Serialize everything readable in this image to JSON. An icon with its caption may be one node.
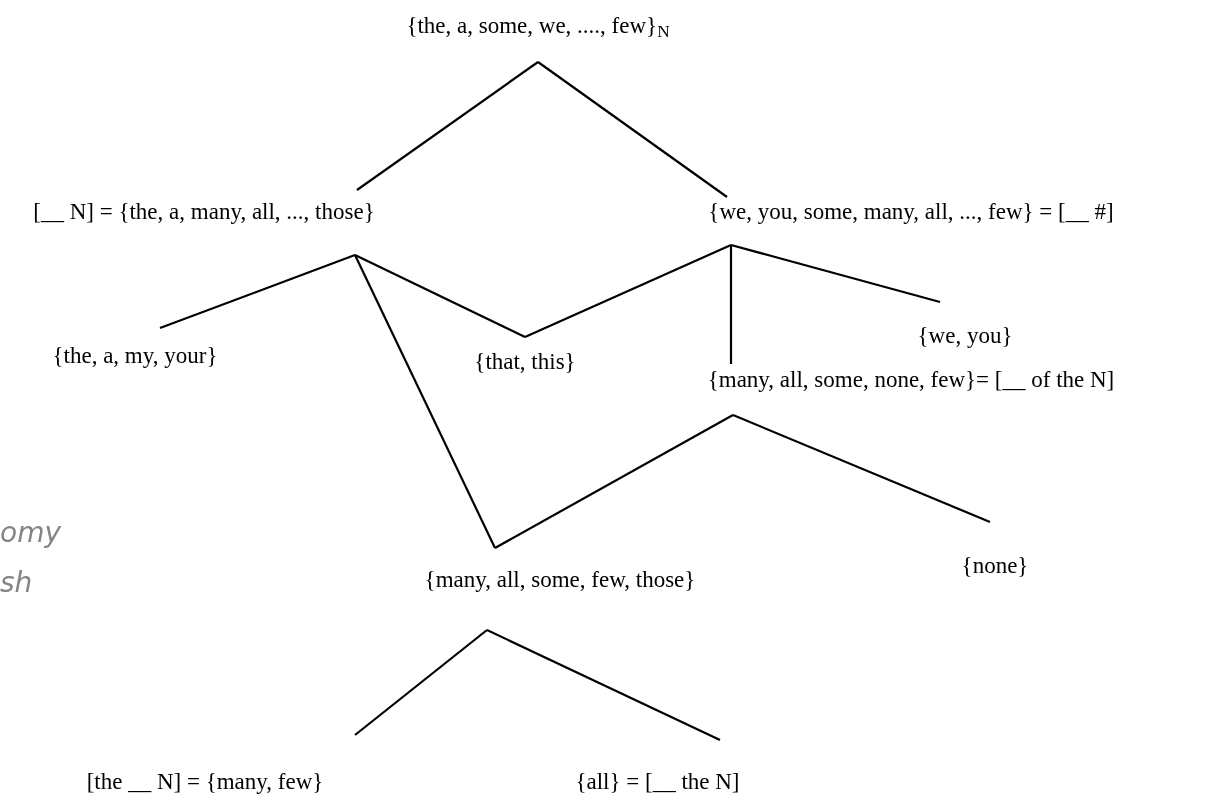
{
  "diagram": {
    "nodes": [
      {
        "text": [
          "{the, a, some, we, ...., few}$_{N}$"
        ]
      },
      {
        "text": [
          "[__ N] = {the, a, many, all, ..., those}"
        ]
      },
      {
        "text": [
          "{we, you, some, many, all, ..., few} = [__ #]"
        ]
      },
      {
        "text": [
          "{the, a, my, your}"
        ]
      },
      {
        "text": [
          "{that, this}"
        ]
      },
      {
        "text": [
          "{we, you}"
        ]
      },
      {
        "text": [
          "{many, all, some, none, few}= [__ of the N]"
        ]
      },
      {
        "text": [
          "{many, all, some, few, those}"
        ]
      },
      {
        "text": [
          "{none}"
        ]
      },
      {
        "text": [
          "[the __ N] = {many, few}"
        ]
      },
      {
        "text": [
          "{all} = [__ the N]"
        ]
      }
    ],
    "edges": [
      {
        "from": 0,
        "to": 1,
        "arrow": "none"
      },
      {
        "from": 0,
        "to": 2,
        "arrow": "none"
      },
      {
        "from": 1,
        "to": 3,
        "arrow": "none"
      },
      {
        "from": 1,
        "to": 4,
        "arrow": "none"
      },
      {
        "from": 2,
        "to": 4,
        "arrow": "none"
      },
      {
        "from": 2,
        "to": 5,
        "arrow": "none"
      },
      {
        "from": 2,
        "to": 6,
        "arrow": "none"
      },
      {
        "from": 1,
        "to": 7,
        "arrow": "none"
      },
      {
        "from": 6,
        "to": 7,
        "arrow": "none"
      },
      {
        "from": 6,
        "to": 8,
        "arrow": "none"
      },
      {
        "from": 7,
        "to": 9,
        "arrow": "none"
      },
      {
        "from": 7,
        "to": 10,
        "arrow": "none"
      }
    ],
    "labels": [
      "omy",
      "sh"
    ]
  }
}
